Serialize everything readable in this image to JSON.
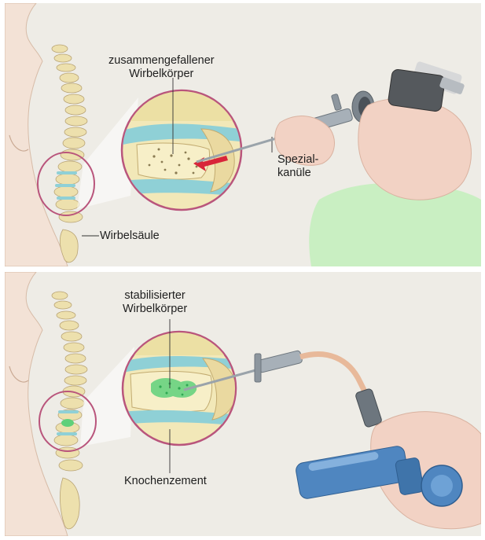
{
  "panels": {
    "top": {
      "label_collapsed_line1": "zusammengefallener",
      "label_collapsed_line2": "Wirbelkörper",
      "label_cannula_line1": "Spezial-",
      "label_cannula_line2": "kanüle",
      "label_spine": "Wirbelsäule"
    },
    "bottom": {
      "label_stabilized_line1": "stabilisierter",
      "label_stabilized_line2": "Wirbelkörper",
      "label_cement": "Knochenzement"
    }
  },
  "colors": {
    "background": "#eeece6",
    "skin": "#f3e2d6",
    "bone": "#f2e8b8",
    "disc": "#8fd0d6",
    "highlight_ring": "#b9557c",
    "arrow": "#d8253a",
    "cement": "#5fd07a",
    "glove": "#c9efc2",
    "syringe": "#4f86c0"
  }
}
